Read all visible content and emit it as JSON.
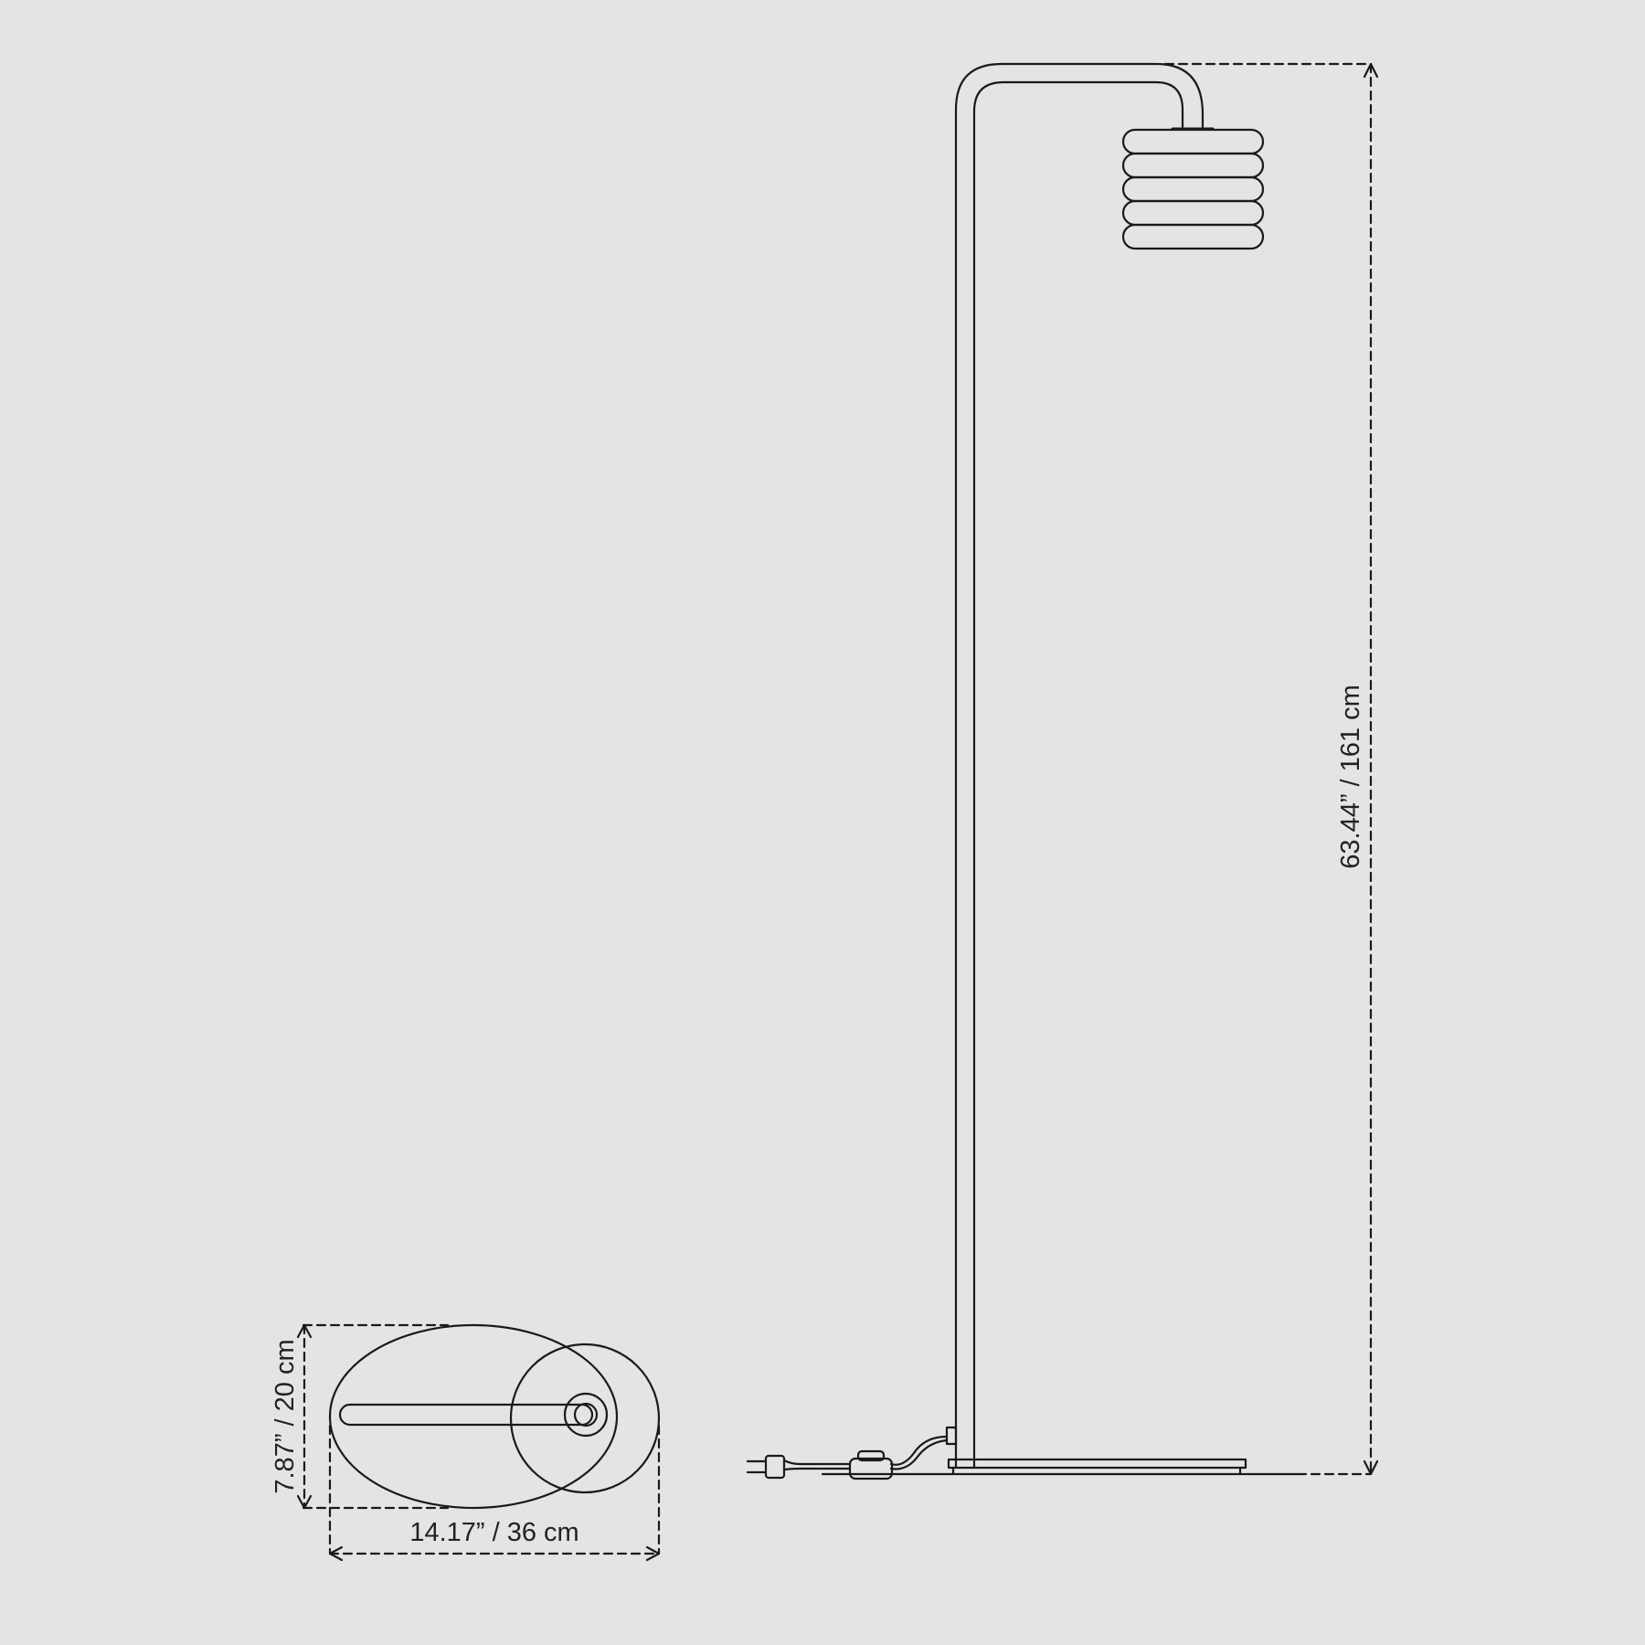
{
  "dimensions": {
    "height_label": "63.44” / 161 cm",
    "base_depth_label": "7.87” / 20 cm",
    "base_width_label": "14.17” / 36 cm"
  },
  "colors": {
    "background": "#e4e4e4",
    "line": "#1a1a1a",
    "text": "#222222"
  }
}
